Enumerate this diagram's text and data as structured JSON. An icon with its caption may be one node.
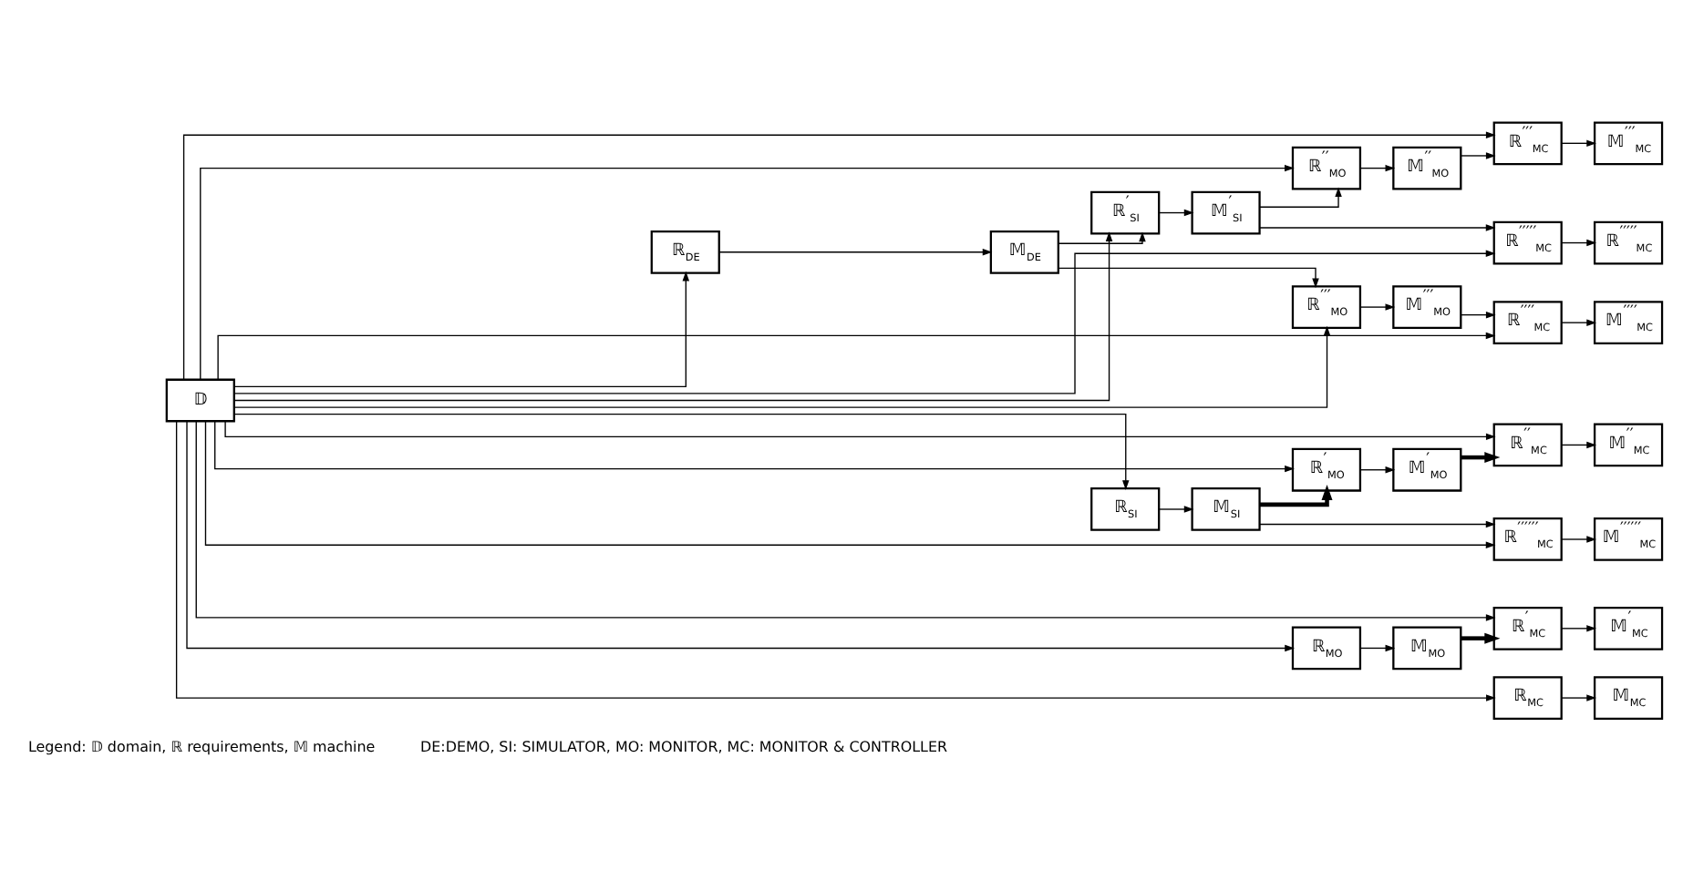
{
  "diagram": {
    "nodes": [
      {
        "text": [
          "𝔻"
        ]
      },
      {
        "text": [
          "ℝ$_{DE}$"
        ]
      },
      {
        "text": [
          "𝕄$_{DE}$"
        ]
      },
      {
        "text": [
          "ℝ$^{′}$$_{SI}$"
        ]
      },
      {
        "text": [
          "𝕄$^{′}$$_{SI}$"
        ]
      },
      {
        "text": [
          "ℝ$_{SI}$"
        ]
      },
      {
        "text": [
          "𝕄$_{SI}$"
        ]
      },
      {
        "text": [
          "ℝ$^{′′′}$$_{MO}$"
        ]
      },
      {
        "text": [
          "𝕄$^{′′′}$$_{MO}$"
        ]
      },
      {
        "text": [
          "ℝ$^{′′}$$_{MO}$"
        ]
      },
      {
        "text": [
          "𝕄$^{′′}$$_{MO}$"
        ]
      },
      {
        "text": [
          "ℝ$^{′}$$_{MO}$"
        ]
      },
      {
        "text": [
          "𝕄$^{′}$$_{MO}$"
        ]
      },
      {
        "text": [
          "ℝ$_{MO}$"
        ]
      },
      {
        "text": [
          "𝕄$_{MO}$"
        ]
      },
      {
        "text": [
          "ℝ$^{′′′′′}$$_{MC}$"
        ]
      },
      {
        "text": [
          "ℝ$^{′′′′′}$$_{MC}$"
        ]
      },
      {
        "text": [
          "ℝ$^{′′′′}$$_{MC}$"
        ]
      },
      {
        "text": [
          "𝕄$^{′′′′}$$_{MC}$"
        ]
      },
      {
        "text": [
          "ℝ$^{′′′}$$_{MC}$"
        ]
      },
      {
        "text": [
          "𝕄$^{′′′}$$_{MC}$"
        ]
      },
      {
        "text": [
          "ℝ$^{′′}$$_{MC}$"
        ]
      },
      {
        "text": [
          "𝕄$^{′′}$$_{MC}$"
        ]
      },
      {
        "text": [
          "ℝ$^{′}$$_{MC}$"
        ]
      },
      {
        "text": [
          "𝕄$^{′}$$_{MC}$"
        ]
      },
      {
        "text": [
          "ℝ$_{MC}$"
        ]
      },
      {
        "text": [
          "𝕄$_{MC}$"
        ]
      },
      {
        "text": [
          "ℝ$^{′′′′′′}$$_{MC}$"
        ]
      },
      {
        "text": [
          "𝕄$^{′′′′′′}$$_{MC}$"
        ]
      }
    ],
    "edges": [
      {
        "from": 0,
        "to": 1,
        "arrow": "to"
      },
      {
        "from": 1,
        "to": 2,
        "arrow": "to"
      },
      {
        "from": 2,
        "to": 3,
        "arrow": "to"
      },
      {
        "from": 2,
        "to": 7,
        "arrow": "to"
      },
      {
        "from": 0,
        "to": 3,
        "arrow": "to"
      },
      {
        "from": 0,
        "to": 5,
        "arrow": "to"
      },
      {
        "from": 3,
        "to": 4,
        "arrow": "to"
      },
      {
        "from": 5,
        "to": 6,
        "arrow": "to"
      },
      {
        "from": 4,
        "to": 15,
        "arrow": "to"
      },
      {
        "from": 4,
        "to": 9,
        "arrow": "to"
      },
      {
        "from": 6,
        "to": 11,
        "arrow": "to",
        "style": "thick"
      },
      {
        "from": 6,
        "to": 27,
        "arrow": "to"
      },
      {
        "from": 0,
        "to": 7,
        "arrow": "to"
      },
      {
        "from": 0,
        "to": 9,
        "arrow": "to"
      },
      {
        "from": 0,
        "to": 11,
        "arrow": "to"
      },
      {
        "from": 0,
        "to": 13,
        "arrow": "to"
      },
      {
        "from": 7,
        "to": 8,
        "arrow": "to"
      },
      {
        "from": 9,
        "to": 10,
        "arrow": "to"
      },
      {
        "from": 11,
        "to": 12,
        "arrow": "to"
      },
      {
        "from": 13,
        "to": 14,
        "arrow": "to"
      },
      {
        "from": 8,
        "to": 17,
        "arrow": "to"
      },
      {
        "from": 10,
        "to": 19,
        "arrow": "to"
      },
      {
        "from": 12,
        "to": 21,
        "arrow": "to",
        "style": "thick"
      },
      {
        "from": 14,
        "to": 23,
        "arrow": "to",
        "style": "thick"
      },
      {
        "from": 0,
        "to": 15,
        "arrow": "to"
      },
      {
        "from": 0,
        "to": 17,
        "arrow": "to"
      },
      {
        "from": 0,
        "to": 19,
        "arrow": "to"
      },
      {
        "from": 0,
        "to": 21,
        "arrow": "to"
      },
      {
        "from": 0,
        "to": 23,
        "arrow": "to"
      },
      {
        "from": 0,
        "to": 25,
        "arrow": "to"
      },
      {
        "from": 0,
        "to": 27,
        "arrow": "to"
      },
      {
        "from": 15,
        "to": 16,
        "arrow": "to"
      },
      {
        "from": 17,
        "to": 18,
        "arrow": "to"
      },
      {
        "from": 19,
        "to": 20,
        "arrow": "to"
      },
      {
        "from": 21,
        "to": 22,
        "arrow": "to"
      },
      {
        "from": 23,
        "to": 24,
        "arrow": "to"
      },
      {
        "from": 25,
        "to": 26,
        "arrow": "to"
      },
      {
        "from": 27,
        "to": 28,
        "arrow": "to"
      }
    ],
    "labels": [
      "Legend: 𝔻 domain, ℝ requirements, 𝕄 machine",
      "DE:DEMO, SI: SIMULATOR, MO: MONITOR, MC: MONITOR & CONTROLLER"
    ]
  }
}
